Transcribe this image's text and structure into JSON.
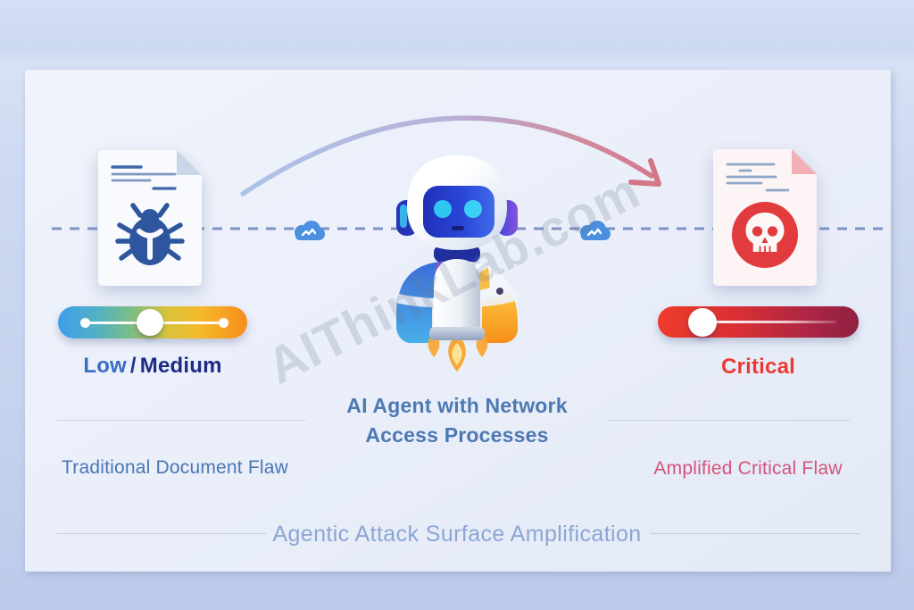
{
  "diagram": {
    "title": "Agentic Attack Surface Amplification",
    "watermark": "AIThinkLab.com",
    "left_section": {
      "icon": "bug-document-icon",
      "severity_low": "Low",
      "severity_divider": "/",
      "severity_medium": "Medium",
      "caption": "Traditional Document Flaw"
    },
    "center_section": {
      "icon": "ai-robot-jetpack-icon",
      "caption_line1": "AI Agent with Network",
      "caption_line2": "Access Processes"
    },
    "right_section": {
      "icon": "skull-document-icon",
      "severity": "Critical",
      "caption": "Amplified Critical Flaw"
    },
    "colors": {
      "left_severity_gradient": [
        "#3d9ded",
        "#7abe85",
        "#f6b829",
        "#f68c1b"
      ],
      "right_severity_gradient": [
        "#ee3b2c",
        "#8e2142"
      ],
      "low_text": "#3a6cc4",
      "medium_text": "#1d2b85",
      "critical_text": "#e93b34",
      "left_caption_text": "#4a76b4",
      "right_caption_text": "#d4547c",
      "center_caption_text": "#4d79b3",
      "title_text": "#8ba6d4",
      "arrow_gradient": [
        "#a4bfe6",
        "#cf6b7e"
      ],
      "connector_line": "#7d92c6",
      "cloud_icon": "#4a8fe0",
      "bug_icon": "#2e569e",
      "skull_badge": "#e23b3e",
      "panel_background": "#e9eef9"
    }
  }
}
